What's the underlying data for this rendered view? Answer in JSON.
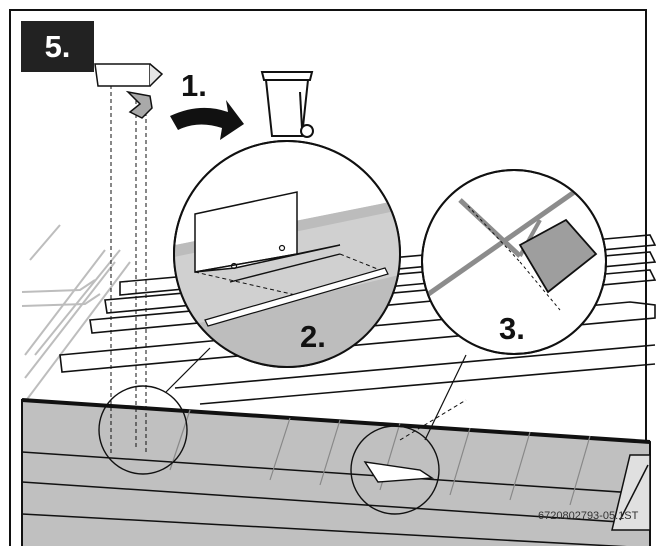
{
  "badge": {
    "text": "5."
  },
  "steps": {
    "one": "1.",
    "two": "2.",
    "three": "3."
  },
  "figure_code": "6720802793-05.1ST",
  "colors": {
    "dark": "#222222",
    "panel_gray": "#c0c0c0",
    "mid_gray": "#9a9a9a",
    "line": "#111111",
    "background": "#ffffff"
  },
  "icons": {
    "bin": "wheelie-bin-icon",
    "arrow": "curved-arrow-icon"
  }
}
